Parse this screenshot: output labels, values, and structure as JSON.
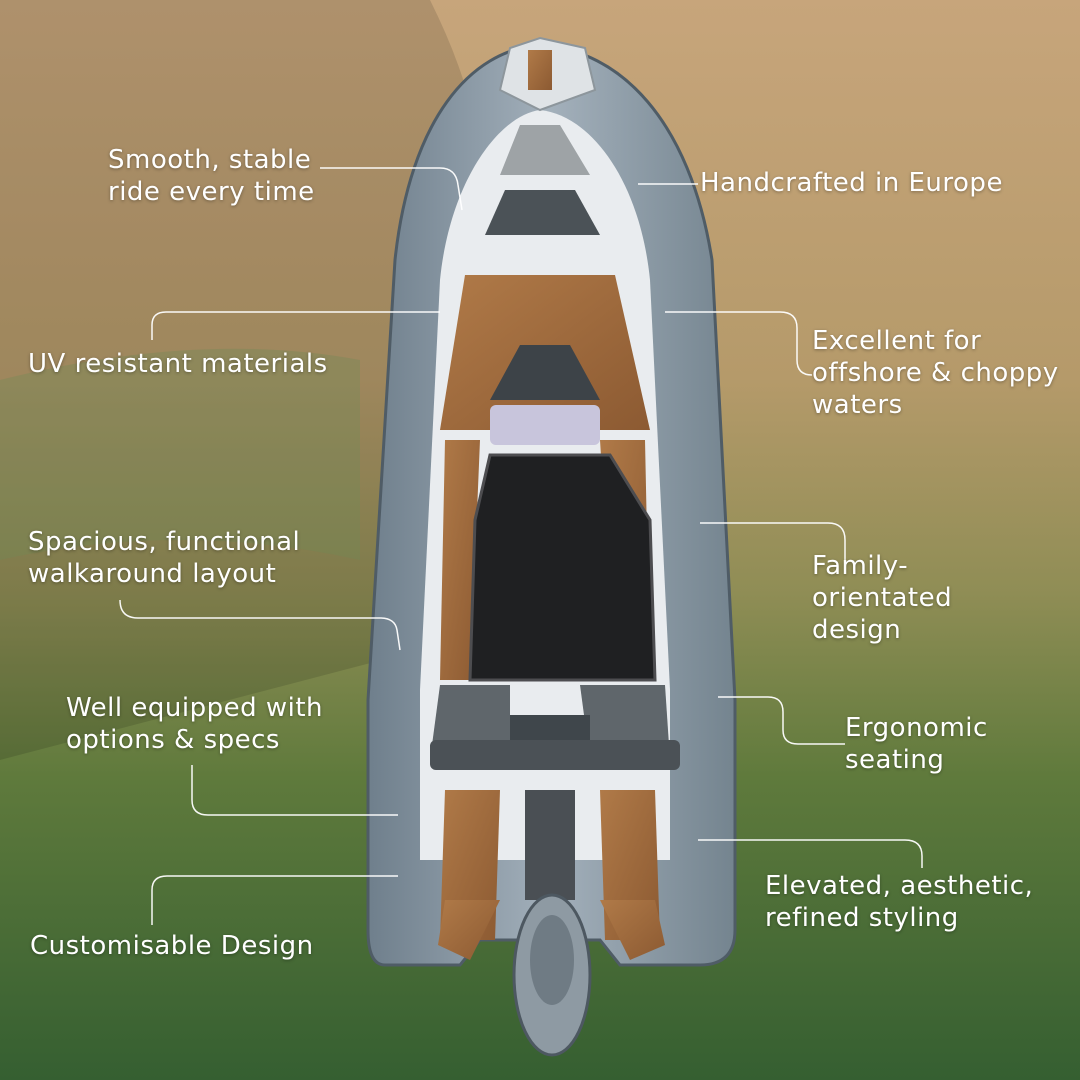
{
  "scene": {
    "subject": "boat-top-view",
    "colors": {
      "sand": "#c9a77e",
      "water_deep": "#3d6a35",
      "hull_tube": "#8595a3",
      "deck_teak": "#a36a3c",
      "seat_pad": "#2a2a2c",
      "text": "#ffffff"
    }
  },
  "callouts": {
    "ride": {
      "line1": "Smooth, stable",
      "line2": "ride every time"
    },
    "europe": {
      "line1": "Handcrafted in Europe"
    },
    "uv": {
      "line1": "UV resistant materials"
    },
    "offshore": {
      "line1": "Excellent for",
      "line2": "offshore & choppy",
      "line3": "waters"
    },
    "layout": {
      "line1": "Spacious, functional",
      "line2": "walkaround layout"
    },
    "family": {
      "line1": "Family-",
      "line2": "orientated",
      "line3": "design"
    },
    "equipped": {
      "line1": "Well equipped with",
      "line2": "options & specs"
    },
    "seating": {
      "line1": "Ergonomic",
      "line2": "seating"
    },
    "custom": {
      "line1": "Customisable Design"
    },
    "styling": {
      "line1": "Elevated, aesthetic,",
      "line2": "refined styling"
    }
  }
}
